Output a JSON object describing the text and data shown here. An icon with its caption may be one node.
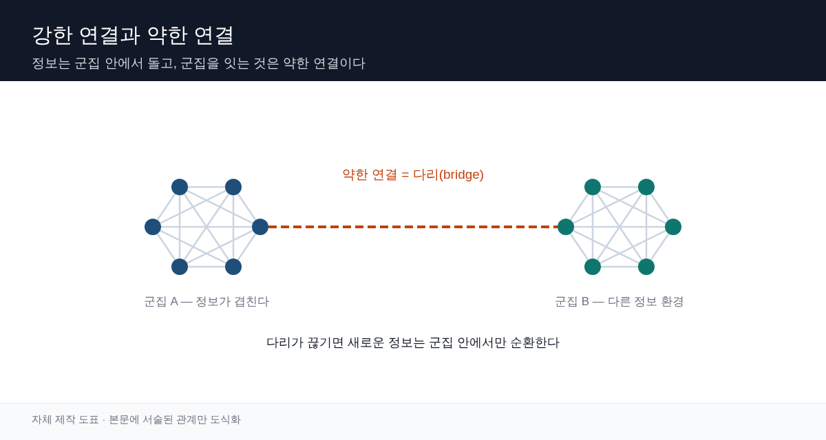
{
  "diagram": {
    "title": "강한 연결과 약한 연결",
    "caption": "자체 제작 도표 · 본문에 서술된 관계만 도식화",
    "nodes": [
      {
        "text": [],
        "shape": "circle"
      },
      {
        "text": [],
        "shape": "circle"
      },
      {
        "text": [],
        "shape": "circle"
      },
      {
        "text": [],
        "shape": "circle"
      },
      {
        "text": [],
        "shape": "circle"
      },
      {
        "text": [],
        "shape": "circle"
      },
      {
        "text": [],
        "shape": "circle"
      },
      {
        "text": [],
        "shape": "circle"
      },
      {
        "text": [],
        "shape": "circle"
      },
      {
        "text": [],
        "shape": "circle"
      },
      {
        "text": [],
        "shape": "circle"
      },
      {
        "text": [],
        "shape": "circle"
      }
    ],
    "edges": [
      {
        "from": 0,
        "to": 1,
        "arrow": "none"
      },
      {
        "from": 0,
        "to": 2,
        "arrow": "none"
      },
      {
        "from": 0,
        "to": 3,
        "arrow": "none"
      },
      {
        "from": 0,
        "to": 4,
        "arrow": "none"
      },
      {
        "from": 0,
        "to": 5,
        "arrow": "none"
      },
      {
        "from": 1,
        "to": 2,
        "arrow": "none"
      },
      {
        "from": 1,
        "to": 3,
        "arrow": "none"
      },
      {
        "from": 1,
        "to": 4,
        "arrow": "none"
      },
      {
        "from": 1,
        "to": 5,
        "arrow": "none"
      },
      {
        "from": 2,
        "to": 3,
        "arrow": "none"
      },
      {
        "from": 2,
        "to": 4,
        "arrow": "none"
      },
      {
        "from": 2,
        "to": 5,
        "arrow": "none"
      },
      {
        "from": 3,
        "to": 4,
        "arrow": "none"
      },
      {
        "from": 3,
        "to": 5,
        "arrow": "none"
      },
      {
        "from": 4,
        "to": 5,
        "arrow": "none"
      },
      {
        "from": 6,
        "to": 7,
        "arrow": "none"
      },
      {
        "from": 6,
        "to": 8,
        "arrow": "none"
      },
      {
        "from": 6,
        "to": 9,
        "arrow": "none"
      },
      {
        "from": 6,
        "to": 10,
        "arrow": "none"
      },
      {
        "from": 6,
        "to": 11,
        "arrow": "none"
      },
      {
        "from": 7,
        "to": 8,
        "arrow": "none"
      },
      {
        "from": 7,
        "to": 9,
        "arrow": "none"
      },
      {
        "from": 7,
        "to": 10,
        "arrow": "none"
      },
      {
        "from": 7,
        "to": 11,
        "arrow": "none"
      },
      {
        "from": 8,
        "to": 9,
        "arrow": "none"
      },
      {
        "from": 8,
        "to": 10,
        "arrow": "none"
      },
      {
        "from": 8,
        "to": 11,
        "arrow": "none"
      },
      {
        "from": 9,
        "to": 10,
        "arrow": "none"
      },
      {
        "from": 9,
        "to": 11,
        "arrow": "none"
      },
      {
        "from": 10,
        "to": 11,
        "arrow": "none"
      },
      {
        "from": 3,
        "to": 8,
        "arrow": "none",
        "label": "약한 연결 = 다리(bridge)",
        "style": "dashed",
        "color": "#c2410c"
      }
    ],
    "labels": [
      "정보는 군집 안에서 돌고, 군집을 잇는 것은 약한 연결이다",
      "군집 A — 정보가 겹친다",
      "군집 B — 다른 정보 환경",
      "다리가 끊기면 새로운 정보는 군집 안에서만 순환한다"
    ]
  }
}
